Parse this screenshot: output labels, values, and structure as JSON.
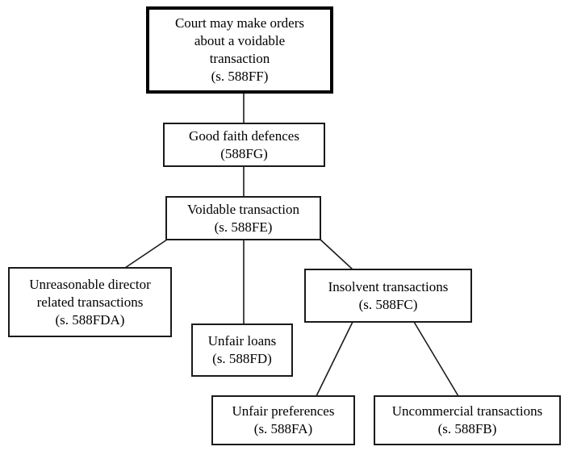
{
  "diagram": {
    "colors": {
      "background": "#ffffff",
      "border": "#000000",
      "text": "#000000"
    },
    "nodes": {
      "court_orders": {
        "text": "Court may make orders\nabout a voidable\ntransaction\n(s. 588FF)"
      },
      "good_faith": {
        "text": "Good faith defences\n(588FG)"
      },
      "voidable": {
        "text": "Voidable transaction\n(s. 588FE)"
      },
      "unreasonable": {
        "text": "Unreasonable director\nrelated transactions\n(s. 588FDA)"
      },
      "unfair_loans": {
        "text": "Unfair loans\n(s. 588FD)"
      },
      "insolvent": {
        "text": "Insolvent transactions\n(s. 588FC)"
      },
      "unfair_preferences": {
        "text": "Unfair preferences\n(s. 588FA)"
      },
      "uncommercial": {
        "text": "Uncommercial transactions\n(s. 588FB)"
      }
    },
    "edges": [
      {
        "from": "court_orders",
        "to": "good_faith"
      },
      {
        "from": "good_faith",
        "to": "voidable"
      },
      {
        "from": "voidable",
        "to": "unreasonable"
      },
      {
        "from": "voidable",
        "to": "unfair_loans"
      },
      {
        "from": "voidable",
        "to": "insolvent"
      },
      {
        "from": "insolvent",
        "to": "unfair_preferences"
      },
      {
        "from": "insolvent",
        "to": "uncommercial"
      }
    ]
  }
}
